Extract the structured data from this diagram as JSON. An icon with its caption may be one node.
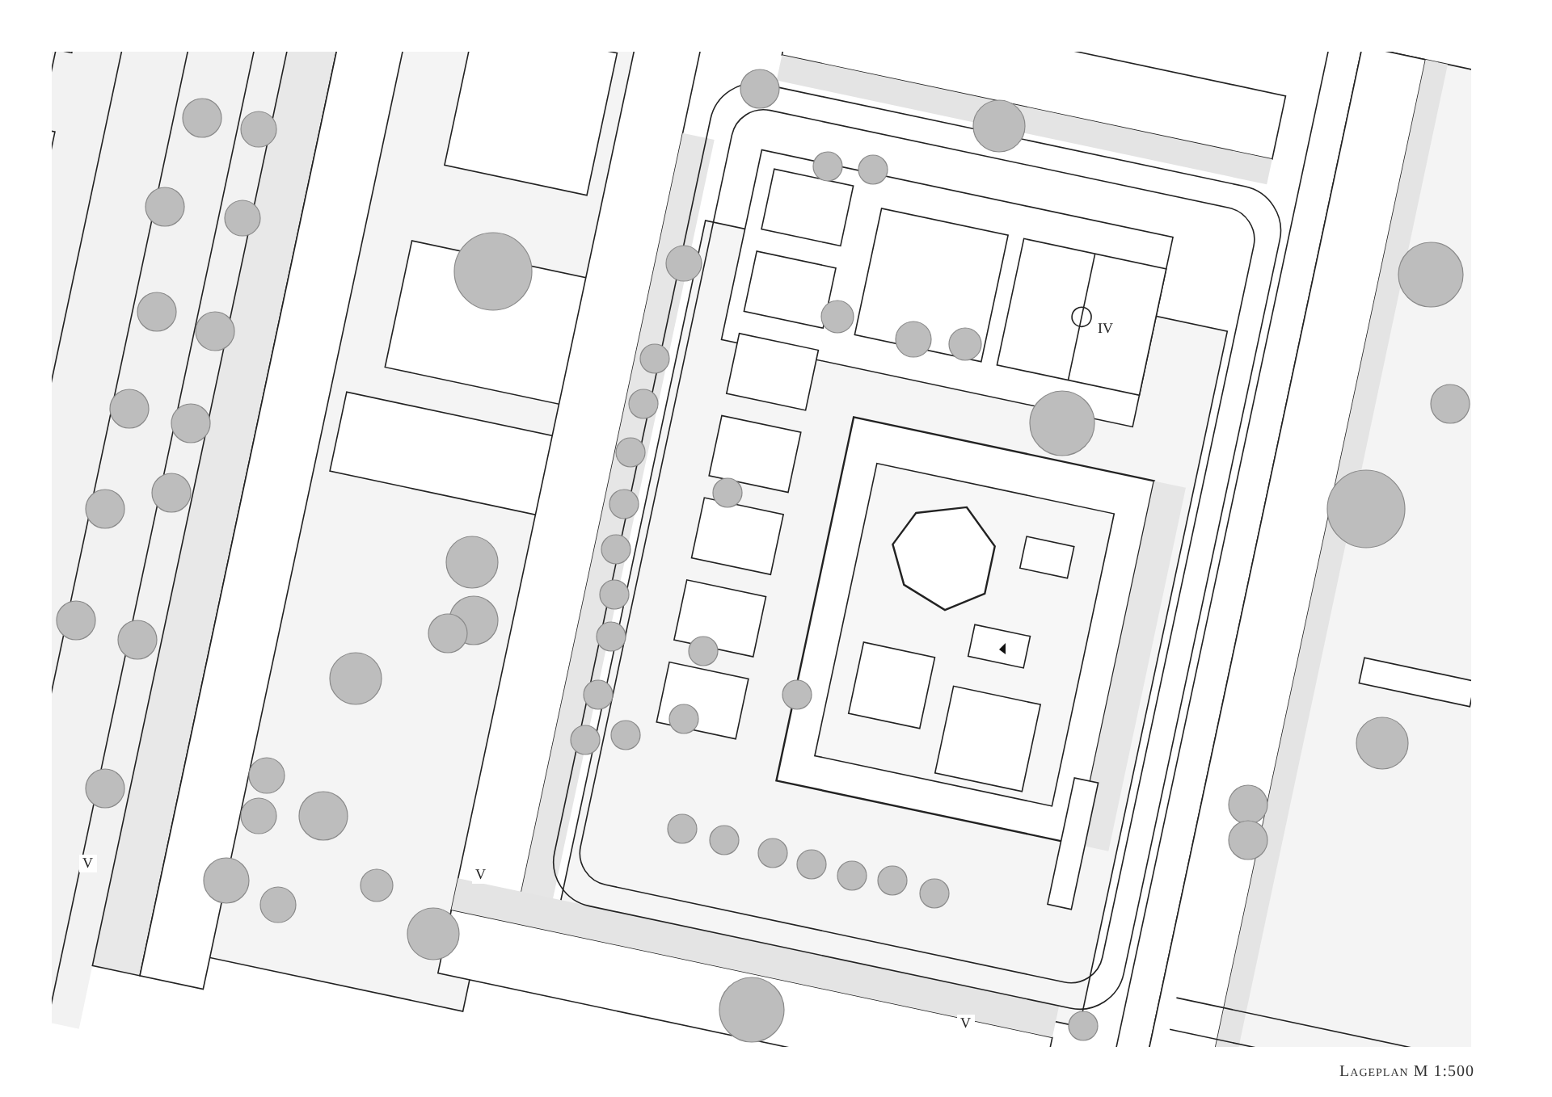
{
  "diagram": {
    "caption": "Lageplan M 1:500",
    "labels": [
      "IV",
      "V",
      "V",
      "V"
    ]
  }
}
